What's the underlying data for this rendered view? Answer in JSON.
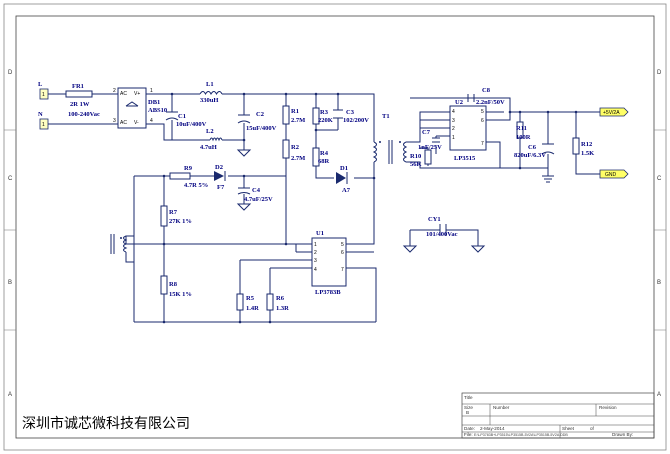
{
  "frame": {
    "row_labels": [
      "D",
      "C",
      "B",
      "A"
    ],
    "company": "深圳市诚芯微科技有限公司"
  },
  "title_block": {
    "title_label": "Title",
    "size_label": "Size",
    "size_value": "B",
    "number_label": "Number",
    "revision_label": "Revision",
    "date_label": "Date:",
    "date_value": "2-May-2014",
    "sheet_label": "Sheet",
    "sheet_of": "of",
    "file_label": "File:",
    "file_value": "E:\\LP3783B+LP3515\\LP3515B-5V2A\\LP3515B-5V2A.DDB",
    "drawn_label": "Drawn By:"
  },
  "components": {
    "l_terminal": "L",
    "n_terminal": "N",
    "fr1": "FR1",
    "fr1_value": "2R 1W",
    "input_range": "100-240Vac",
    "db1": "DB1",
    "db1_value": "ABS10",
    "bridge_ac1": "AC",
    "bridge_vplus": "V+",
    "bridge_ac2": "AC",
    "bridge_vminus": "V-",
    "l1": "L1",
    "l1_value": "330uH",
    "c1": "C1",
    "c1_value": "10uF/400V",
    "l2": "L2",
    "l2_value": "4.7uH",
    "c2": "C2",
    "c2_value": "15uF/400V",
    "r1": "R1",
    "r1_value": "2.7M",
    "r2": "R2",
    "r2_value": "2.7M",
    "r3": "R3",
    "r3_value": "220K",
    "c3": "C3",
    "c3_value": "102/200V",
    "r4": "R4",
    "r4_value": "68R",
    "d1": "D1",
    "d1_value": "A7",
    "t1": "T1",
    "r9": "R9",
    "r9_value": "4.7R 5%",
    "d2": "D2",
    "d2_value": "F7",
    "c4": "C4",
    "c4_value": "4.7uF/25V",
    "r7": "R7",
    "r7_value": "27K 1%",
    "r8": "R8",
    "r8_value": "15K 1%",
    "u1": "U1",
    "u1_value": "LP3783B",
    "r5": "R5",
    "r5_value": "1.4R",
    "r6": "R6",
    "r6_value": "1.3R",
    "u2": "U2",
    "u2_value": "LP3515",
    "c8": "C8",
    "c8_value": "2.2nF/50V",
    "c7": "C7",
    "c7_value": "1nF/25V",
    "r10": "R10",
    "r10_value": "56K",
    "r11": "R11",
    "r11_value": "100R",
    "c6": "C6",
    "c6_value": "820uF/6.3V",
    "r12": "R12",
    "r12_value": "1.5K",
    "cy1": "CY1",
    "cy1_value": "101/400Vac",
    "out_pos": "+5V/2A",
    "out_neg": "GND"
  },
  "pins": {
    "db1_1": "1",
    "db1_2": "2",
    "db1_3": "3",
    "db1_4": "4",
    "u1_1": "1",
    "u1_2": "2",
    "u1_3": "3",
    "u1_4": "4",
    "u1_5": "5",
    "u1_6": "6",
    "u1_7": "7",
    "u2_1": "1",
    "u2_2": "2",
    "u2_3": "3",
    "u2_4": "4",
    "u2_5": "5",
    "u2_6": "6",
    "u2_7": "7"
  },
  "colors": {
    "wire": "#1a2a6e",
    "label": "#000080",
    "terminal_fill": "#ffffc0",
    "output_fill": "#ffff66"
  }
}
